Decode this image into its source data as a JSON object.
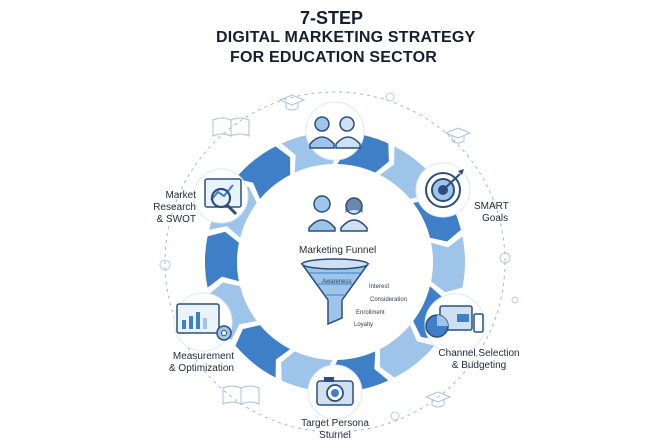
{
  "title": {
    "line1": "7-STEP",
    "line2": "DIGITAL MARKETING STRATEGY",
    "line3": "FOR EDUCATION SECTOR"
  },
  "center": {
    "funnel_title": "Marketing Funnel",
    "stages": [
      "Awareness",
      "Interest",
      "Consideration",
      "Enrollment",
      "Loyalty"
    ]
  },
  "steps": {
    "market_research": {
      "line1": "Market",
      "line2": "Research",
      "line3": "& SWOT"
    },
    "smart_goals": {
      "line1": "SMART",
      "line2": "Goals"
    },
    "channel": {
      "line1": "Channel Selection",
      "line2": "& Budgeting"
    },
    "persona": {
      "line1": "Target Persona",
      "line2": "Sturnel"
    },
    "measurement": {
      "line1": "Measurement",
      "line2": "& Optimization"
    }
  },
  "colors": {
    "dark_blue": "#3f7fc8",
    "light_blue": "#9fc4ea",
    "navy": "#1f3a5f",
    "icon_stroke": "#2b4f7a"
  },
  "icons": [
    "people-icon",
    "target-icon",
    "devices-icon",
    "camera-icon",
    "analytics-icon",
    "magnifier-chart-icon",
    "graduation-cap-icon",
    "book-icon",
    "funnel-icon"
  ]
}
